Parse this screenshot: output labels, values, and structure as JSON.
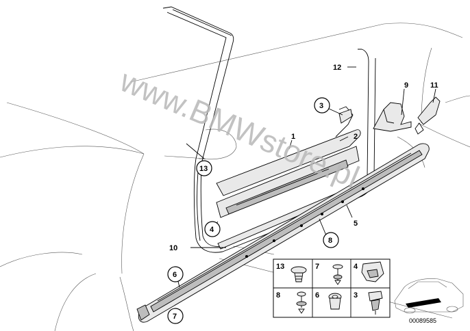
{
  "callouts": {
    "c1": "1",
    "c2": "2",
    "c3": "3",
    "c4": "4",
    "c5": "5",
    "c6": "6",
    "c7": "7",
    "c8": "8",
    "c9": "9",
    "c10": "10",
    "c11": "11",
    "c12": "12",
    "c13": "13"
  },
  "inset": {
    "cells": [
      {
        "label": "13"
      },
      {
        "label": "7"
      },
      {
        "label": "4"
      },
      {
        "label": "8"
      },
      {
        "label": "6"
      },
      {
        "label": "3"
      }
    ]
  },
  "watermark": "www.BMWstore.pl",
  "catalog_number": "00089585"
}
